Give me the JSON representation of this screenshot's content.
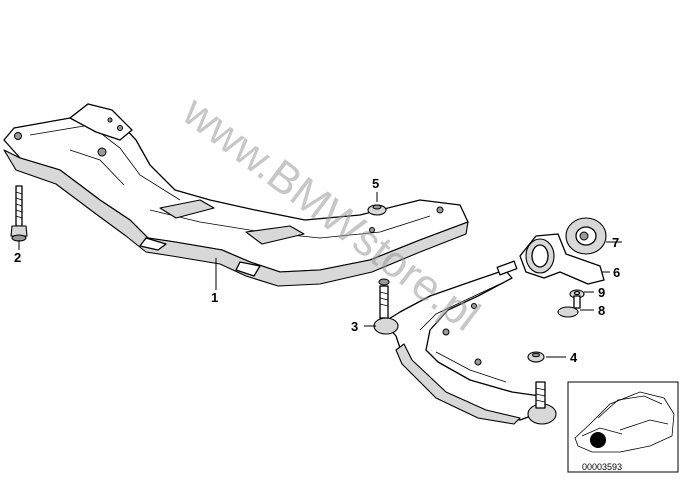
{
  "callouts": {
    "c1": "1",
    "c2": "2",
    "c3": "3",
    "c4": "4",
    "c5": "5",
    "c6": "6",
    "c7": "7",
    "c8": "8",
    "c9": "9"
  },
  "watermark": "www.BMWstore.pl",
  "inset": {
    "ref_code": "00003593"
  }
}
